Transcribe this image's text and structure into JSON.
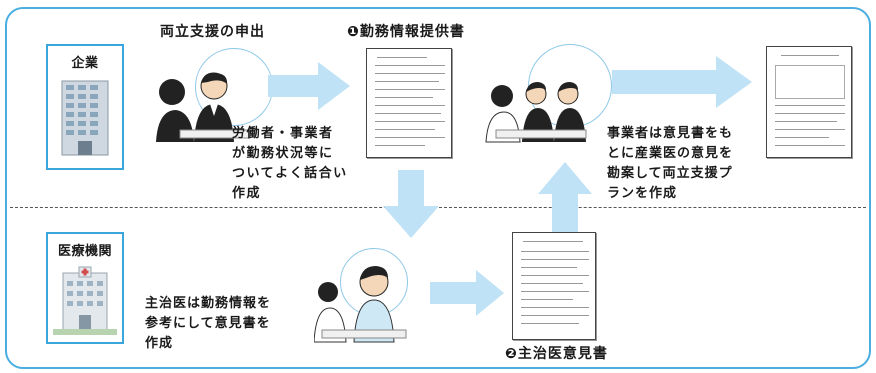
{
  "company": {
    "label": "企業",
    "icon": "office-building-icon"
  },
  "medical": {
    "label": "医療機関",
    "icon": "hospital-icon"
  },
  "step_request": "両立支援の申出",
  "doc1_title": "❶勤務情報提供書",
  "doc2_title": "❷主治医意見書",
  "talk_text": [
    "労働者・事業者",
    "が勤務状況等に",
    "ついてよく話合い",
    "作成"
  ],
  "plan_text": [
    "事業者は意見書をも",
    "とに産業医の意見を",
    "勘案して両立支援プ",
    "ランを作成"
  ],
  "doctor_text": [
    "主治医は勤務情報を",
    "参考にして意見書を",
    "作成"
  ],
  "colors": {
    "border": "#4aaee0",
    "arrow": "#bfe2f6",
    "box_border": "#3aa6dc"
  }
}
